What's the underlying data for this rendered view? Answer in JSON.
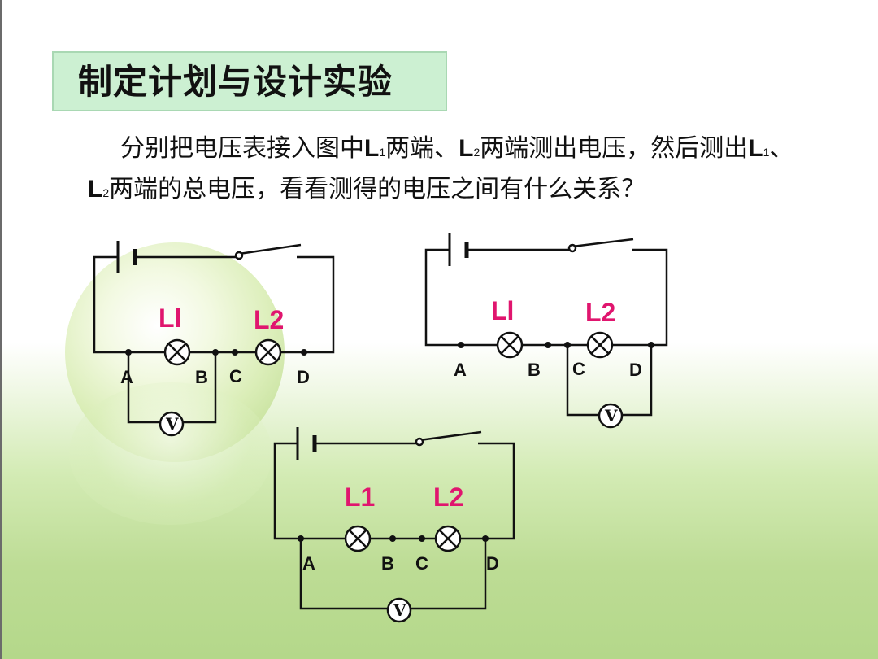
{
  "title": "制定计划与设计实验",
  "description": {
    "p1": "分别把电压表接入图中",
    "l1": "L",
    "s1": "1",
    "p2": "两端、",
    "l2": "L",
    "s2": "2",
    "p3": "两端测出电压，然后测出",
    "l3": "L",
    "s3": "1",
    "p4": "、",
    "l4": "L",
    "s4": "2",
    "p5": "两端的总电压，看看测得的电压之间有什么关系？"
  },
  "colors": {
    "lamp_label": "#e0156e",
    "title_bg": "#ccf0d2"
  },
  "circuits": [
    {
      "lamp1": {
        "letter": "L",
        "sub": "l"
      },
      "lamp2": {
        "letter": "L",
        "sub": "2"
      },
      "nodes": [
        "A",
        "B",
        "C",
        "D"
      ],
      "voltmeter": "V"
    },
    {
      "lamp1": {
        "letter": "L",
        "sub": "l"
      },
      "lamp2": {
        "letter": "L",
        "sub": "2"
      },
      "nodes": [
        "A",
        "B",
        "C",
        "D"
      ],
      "voltmeter": "V"
    },
    {
      "lamp1": {
        "letter": "L",
        "sub": "1"
      },
      "lamp2": {
        "letter": "L",
        "sub": "2"
      },
      "nodes": [
        "A",
        "B",
        "C",
        "D"
      ],
      "voltmeter": "V"
    }
  ]
}
